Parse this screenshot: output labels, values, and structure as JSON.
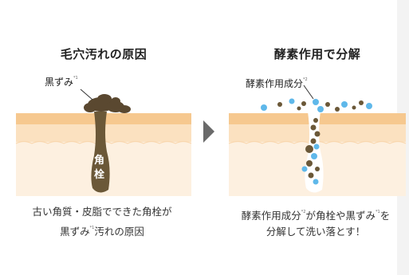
{
  "left_panel": {
    "title": "毛穴汚れの原因",
    "blackhead_label": "黒ずみ",
    "blackhead_note": "*1",
    "plug_label_line1": "角",
    "plug_label_line2": "栓",
    "caption_line1": "古い角質・皮脂でできた角栓が",
    "caption_line2_a": "黒ずみ",
    "caption_line2_note": "*1",
    "caption_line2_b": "汚れの原因"
  },
  "right_panel": {
    "title": "酵素作用で分解",
    "enzyme_label": "酵素作用成分",
    "enzyme_note": "*2",
    "caption_line1_a": "酵素作用成分",
    "caption_line1_note1": "*2",
    "caption_line1_b": "が角栓や黒ずみ",
    "caption_line1_note2": "*1",
    "caption_line1_c": "を",
    "caption_line2": "分解して洗い落とす！"
  },
  "colors": {
    "skin_top": "#f6c88f",
    "skin_mid": "#fbe1c0",
    "skin_bottom": "#fdf0e0",
    "plug": "#6b5838",
    "blackhead": "#5a4830",
    "enzyme": "#5fb8ea",
    "arrow": "#6a6a6a"
  },
  "icons": {
    "arrow": "right-chevron-arrow"
  }
}
